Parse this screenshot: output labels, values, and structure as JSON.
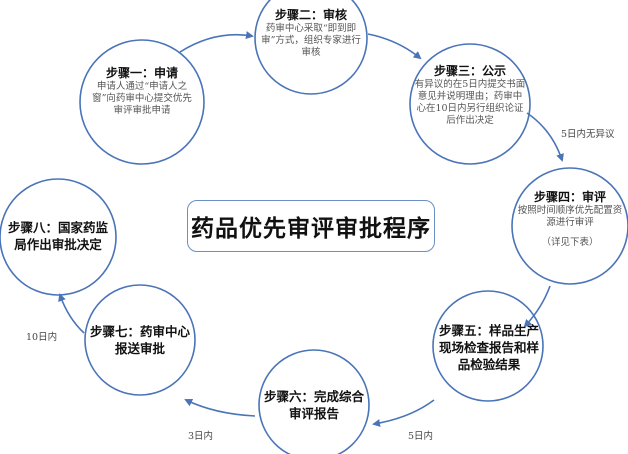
{
  "title": "药品优先审评审批程序",
  "colors": {
    "stroke": "#4a74b8",
    "title_border": "#6b8fc4"
  },
  "steps": [
    {
      "title": "步骤一：申请",
      "desc": "申请人通过“申请人之窗”向药审中心提交优先审评审批申请"
    },
    {
      "title": "步骤二：审核",
      "desc": "药审中心采取“即到即审”方式，组织专家进行审核"
    },
    {
      "title": "步骤三：公示",
      "desc": "有异议的在5日内提交书面意见并说明理由；药审中心在10日内另行组织论证后作出决定"
    },
    {
      "title": "步骤四：审评",
      "desc": "按照时间顺序优先配置资源进行审评",
      "note": "（详见下表）"
    },
    {
      "title": "步骤五：样品生产现场检查报告和样品检验结果"
    },
    {
      "title": "步骤六：完成综合审评报告"
    },
    {
      "title": "步骤七：药审中心报送审批"
    },
    {
      "title": "步骤八：国家药监局作出审批决定"
    }
  ],
  "edge_labels": {
    "step3_to_4": "5日内无异议",
    "step5_to_6": "5日内",
    "step6_to_7": "3日内",
    "step7_to_8": "10日内"
  }
}
